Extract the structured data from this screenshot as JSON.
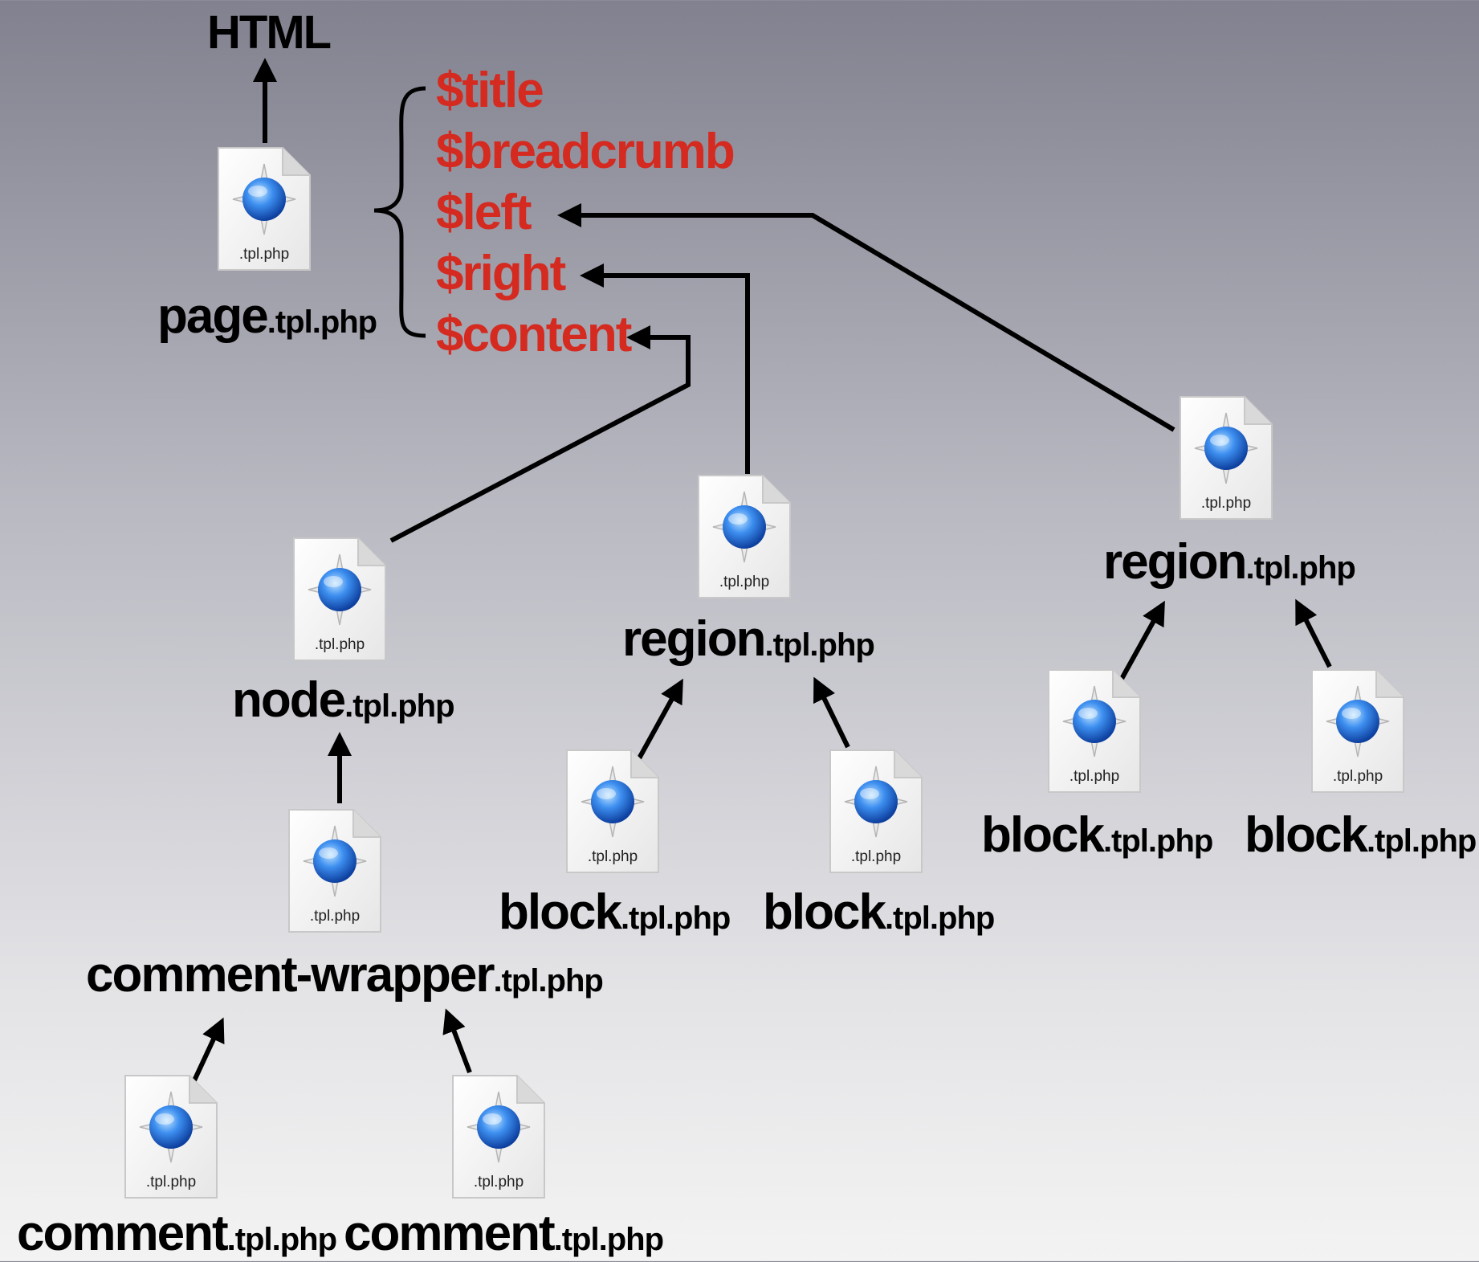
{
  "root": {
    "output_label": "HTML"
  },
  "variables": [
    "$title",
    "$breadcrumb",
    "$left",
    "$right",
    "$content"
  ],
  "file_icon": {
    "icon": "php-template-file-icon",
    "caption": ".tpl.php"
  },
  "files": {
    "page": {
      "base": "page",
      "ext": ".tpl.php"
    },
    "node": {
      "base": "node",
      "ext": ".tpl.php"
    },
    "region_center": {
      "base": "region",
      "ext": ".tpl.php"
    },
    "region_right": {
      "base": "region",
      "ext": ".tpl.php"
    },
    "comment_wrapper": {
      "base": "comment-wrapper",
      "ext": ".tpl.php"
    },
    "block_1": {
      "base": "block",
      "ext": ".tpl.php"
    },
    "block_2": {
      "base": "block",
      "ext": ".tpl.php"
    },
    "block_3": {
      "base": "block",
      "ext": ".tpl.php"
    },
    "block_4": {
      "base": "block",
      "ext": ".tpl.php"
    },
    "comment_1": {
      "base": "comment",
      "ext": ".tpl.php"
    },
    "comment_2": {
      "base": "comment",
      "ext": ".tpl.php"
    }
  },
  "colors": {
    "variable": "#d42a20",
    "text": "#000000",
    "arrow": "#000000",
    "globe": "#2b7be0"
  }
}
